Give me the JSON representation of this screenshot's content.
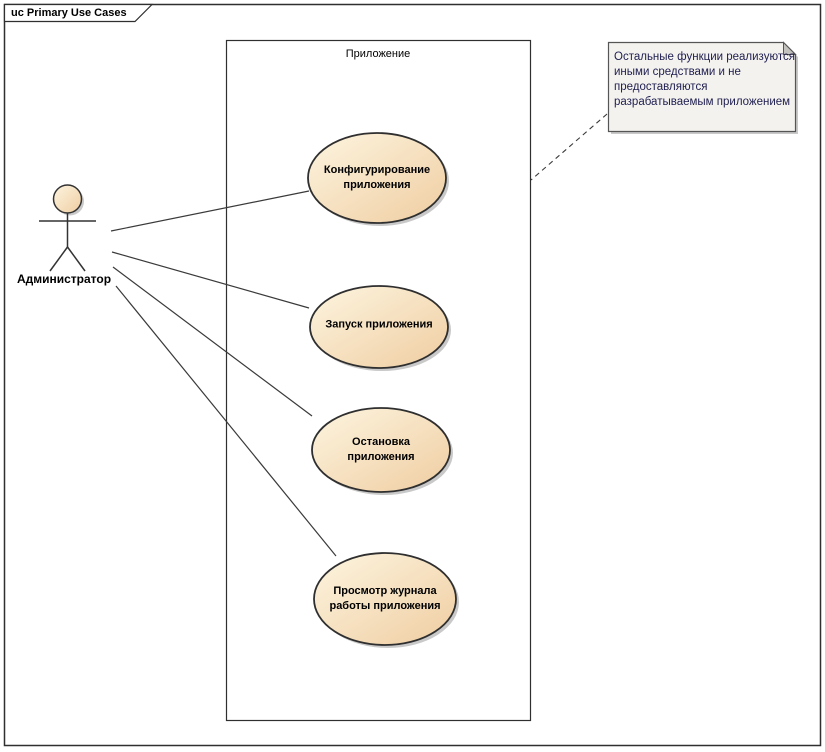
{
  "frame": {
    "label": "uc Primary Use Cases"
  },
  "system_boundary": {
    "label": "Приложение"
  },
  "actor": {
    "label": "Администратор"
  },
  "usecases": [
    {
      "id": "configure",
      "label": "Конфигурирование\nприложения"
    },
    {
      "id": "start",
      "label": "Запуск приложения"
    },
    {
      "id": "stop",
      "label": "Остановка\nприложения"
    },
    {
      "id": "view-log",
      "label": "Просмотр журнала\nработы приложения"
    }
  ],
  "note": {
    "text": "Остальные функции реализуются\nиными средствами и не\nпредоставляются\nразрабатываемым приложением"
  },
  "connectors": {
    "actor_associations": 4,
    "note_link_style": "dashed"
  },
  "colors": {
    "ellipse_gradient_start": "#fdf5e0",
    "ellipse_gradient_end": "#efcda1",
    "ellipse_border": "#2f2f2f",
    "note_fill": "#f4f2ee",
    "note_fold": "#c4c2be",
    "note_text": "#1e1e50",
    "shadow": "#c9c9c9",
    "line": "#3a3a3a",
    "boundary_border": "#2f2f2f"
  }
}
